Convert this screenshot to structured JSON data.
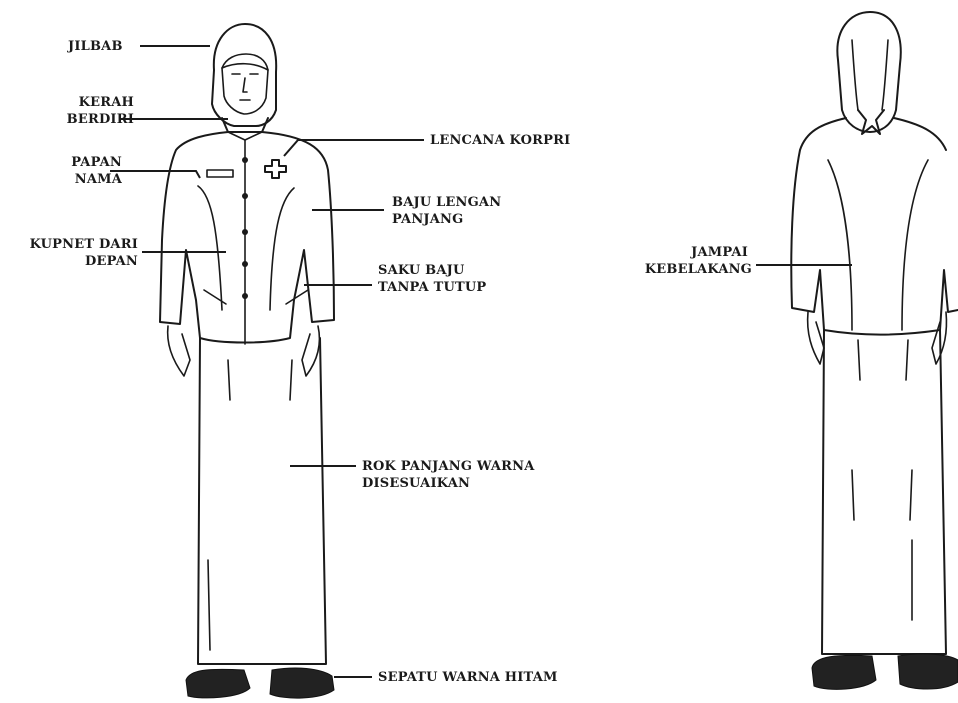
{
  "labels": {
    "jilbab": "JILBAB",
    "kerah_1": "KERAH",
    "kerah_2": "BERDIRI",
    "papan_1": "PAPAN",
    "papan_2": "NAMA",
    "kupnet_1": "KUPNET DARI",
    "kupnet_2": "DEPAN",
    "lencana": "LENCANA KORPRI",
    "baju_1": "BAJU LENGAN",
    "baju_2": "PANJANG",
    "saku_1": "SAKU BAJU",
    "saku_2": "TANPA TUTUP",
    "rok_1": "ROK PANJANG WARNA",
    "rok_2": "DISESUAIKAN",
    "sepatu": "SEPATU WARNA HITAM",
    "jampai_1": "JAMPAI",
    "jampai_2": "KEBELAKANG"
  },
  "colors": {
    "ink": "#1a1a1a",
    "shoe": "#222222",
    "background": "#ffffff"
  }
}
